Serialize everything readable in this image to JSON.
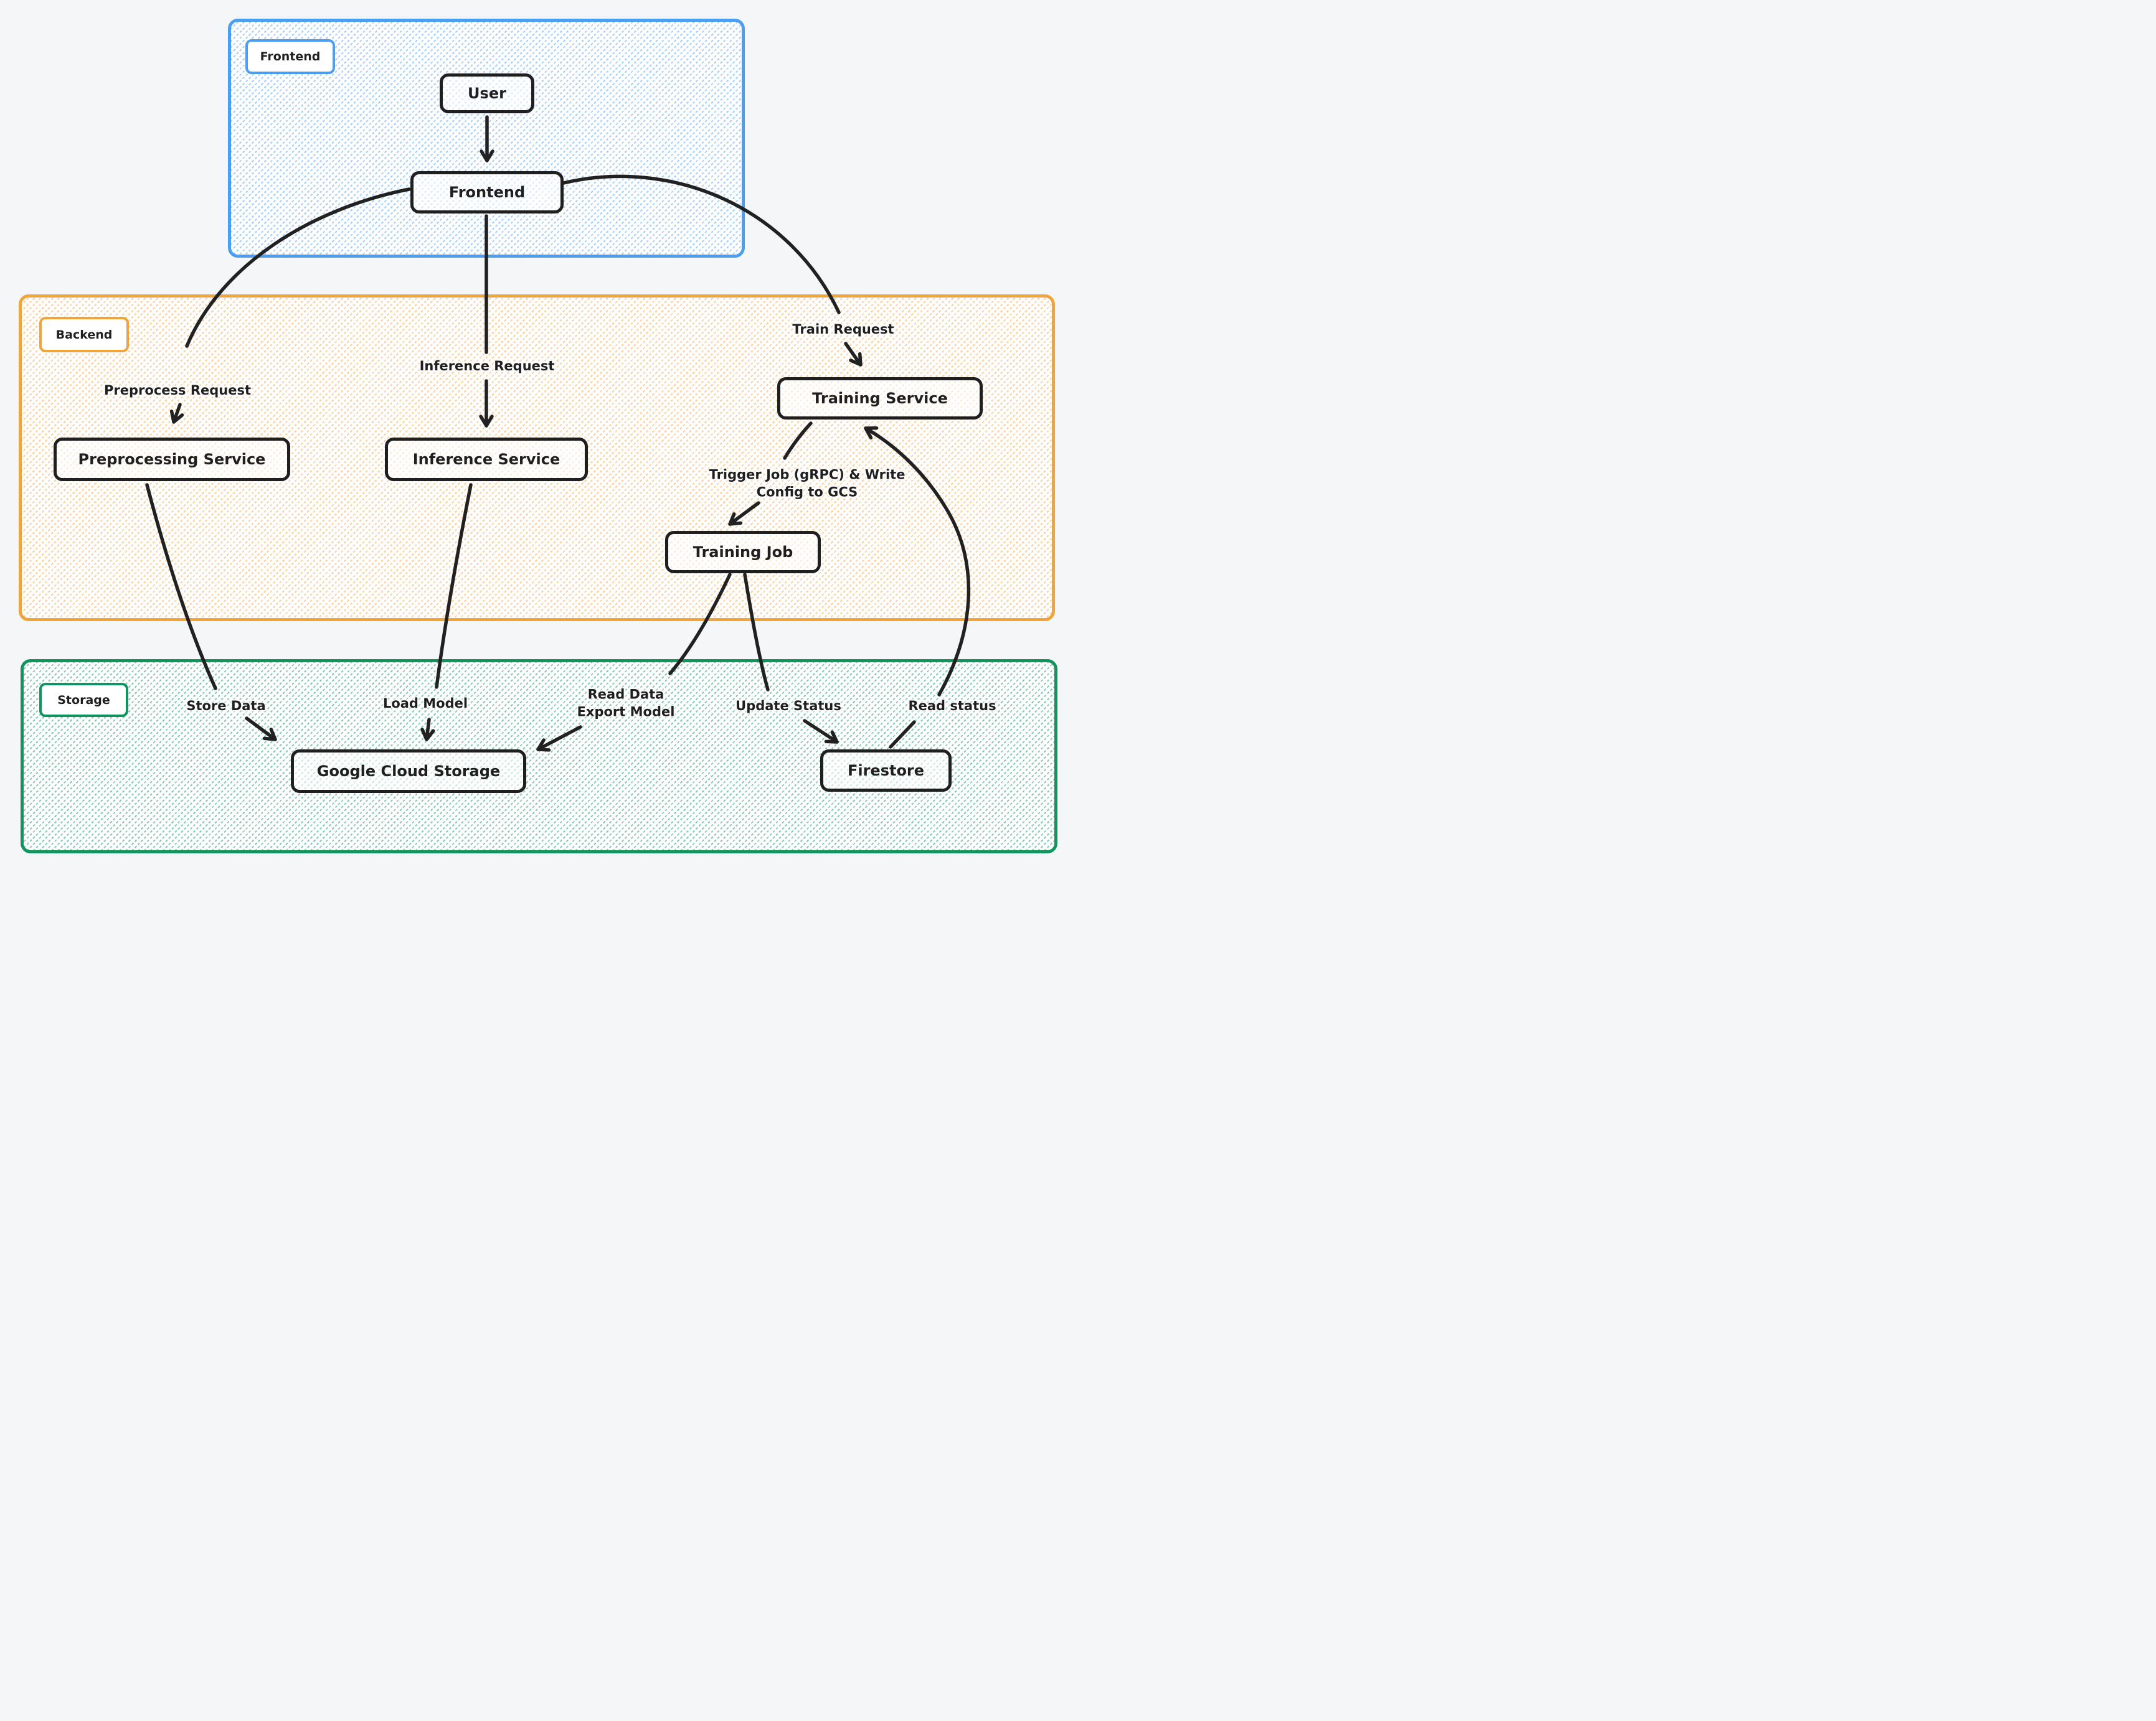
{
  "canvas": {
    "background": "#f4f6f8",
    "ink": "#212121"
  },
  "groups": {
    "frontend": {
      "label": "Frontend",
      "border_color": "#4b9ef0"
    },
    "backend": {
      "label": "Backend",
      "border_color": "#f0a43c"
    },
    "storage": {
      "label": "Storage",
      "border_color": "#12945f"
    }
  },
  "nodes": {
    "user": {
      "label": "User"
    },
    "frontend": {
      "label": "Frontend"
    },
    "preprocessing": {
      "label": "Preprocessing Service"
    },
    "inference": {
      "label": "Inference Service"
    },
    "training_service": {
      "label": "Training Service"
    },
    "training_job": {
      "label": "Training Job"
    },
    "gcs": {
      "label": "Google Cloud Storage"
    },
    "firestore": {
      "label": "Firestore"
    }
  },
  "edge_labels": {
    "preprocess_request": "Preprocess Request",
    "inference_request": "Inference Request",
    "train_request": "Train Request",
    "trigger_job_line1": "Trigger Job (gRPC) & Write",
    "trigger_job_line2": "Config to GCS",
    "store_data": "Store Data",
    "load_model": "Load Model",
    "read_data_line1": "Read Data",
    "read_data_line2": "Export Model",
    "update_status": "Update Status",
    "read_status": "Read status"
  }
}
